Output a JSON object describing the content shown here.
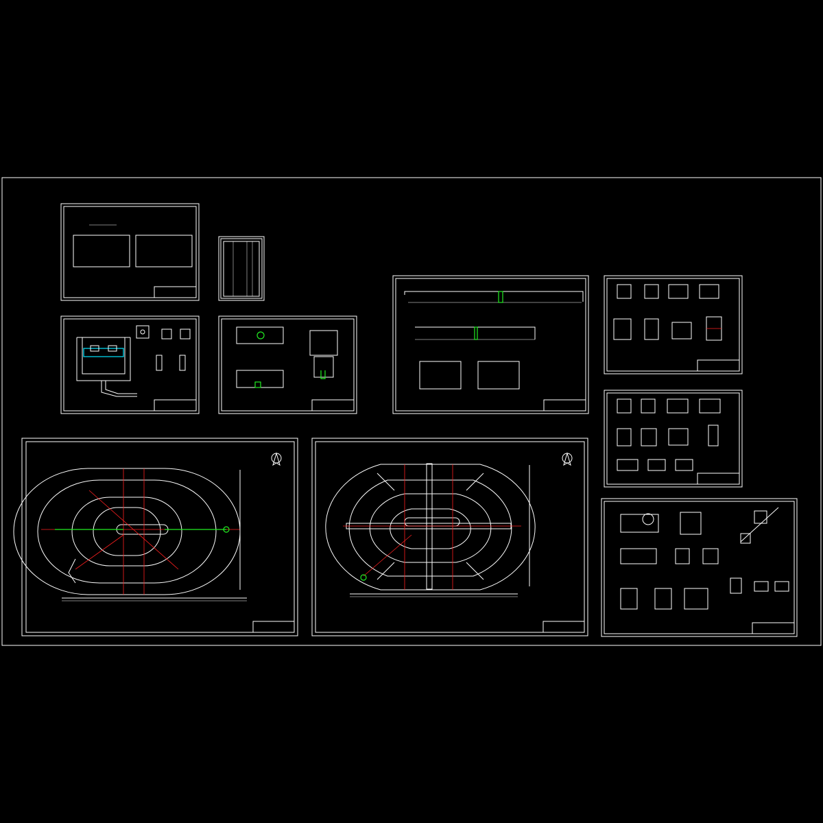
{
  "drawing": {
    "background": "#000000",
    "line_color": "#ffffff",
    "accent_colors": {
      "section_cut": "#ff2020",
      "pipe": "#22ee22",
      "highlight": "#00e5ff",
      "hatch": "#ffee00"
    }
  },
  "sheets": [
    {
      "id": "index-table"
    },
    {
      "id": "material-list"
    },
    {
      "id": "well-details-1"
    },
    {
      "id": "well-details-2"
    },
    {
      "id": "sections-elevation"
    },
    {
      "id": "node-details-1"
    },
    {
      "id": "node-details-2"
    },
    {
      "id": "node-details-3"
    },
    {
      "id": "plan-ring-1",
      "north_arrow": "north-icon"
    },
    {
      "id": "plan-ring-2",
      "north_arrow": "north-icon"
    }
  ]
}
